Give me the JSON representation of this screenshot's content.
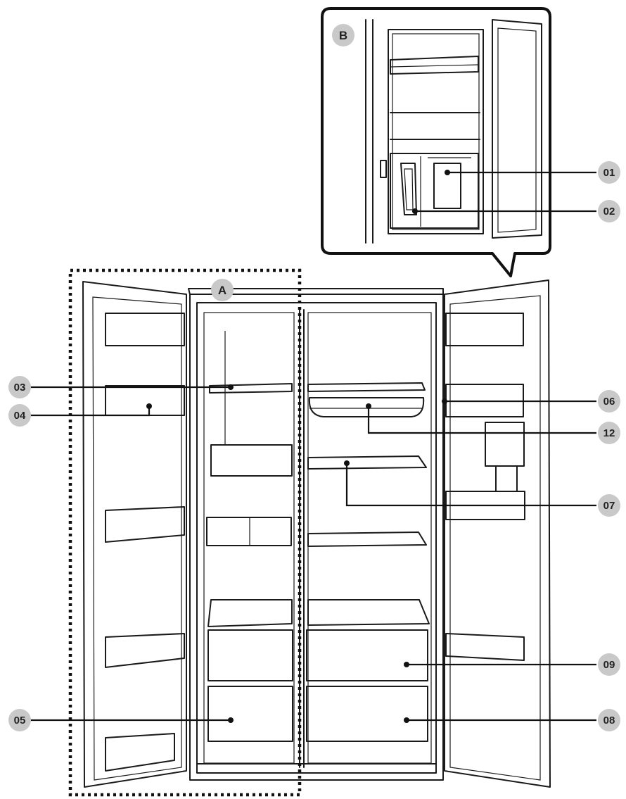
{
  "labels": {
    "detail_view": "B",
    "fridge_zone": "A",
    "callouts": {
      "c01": "01",
      "c02": "02",
      "c03": "03",
      "c04": "04",
      "c05": "05",
      "c06": "06",
      "c07": "07",
      "c08": "08",
      "c09": "09",
      "c12": "12"
    }
  }
}
